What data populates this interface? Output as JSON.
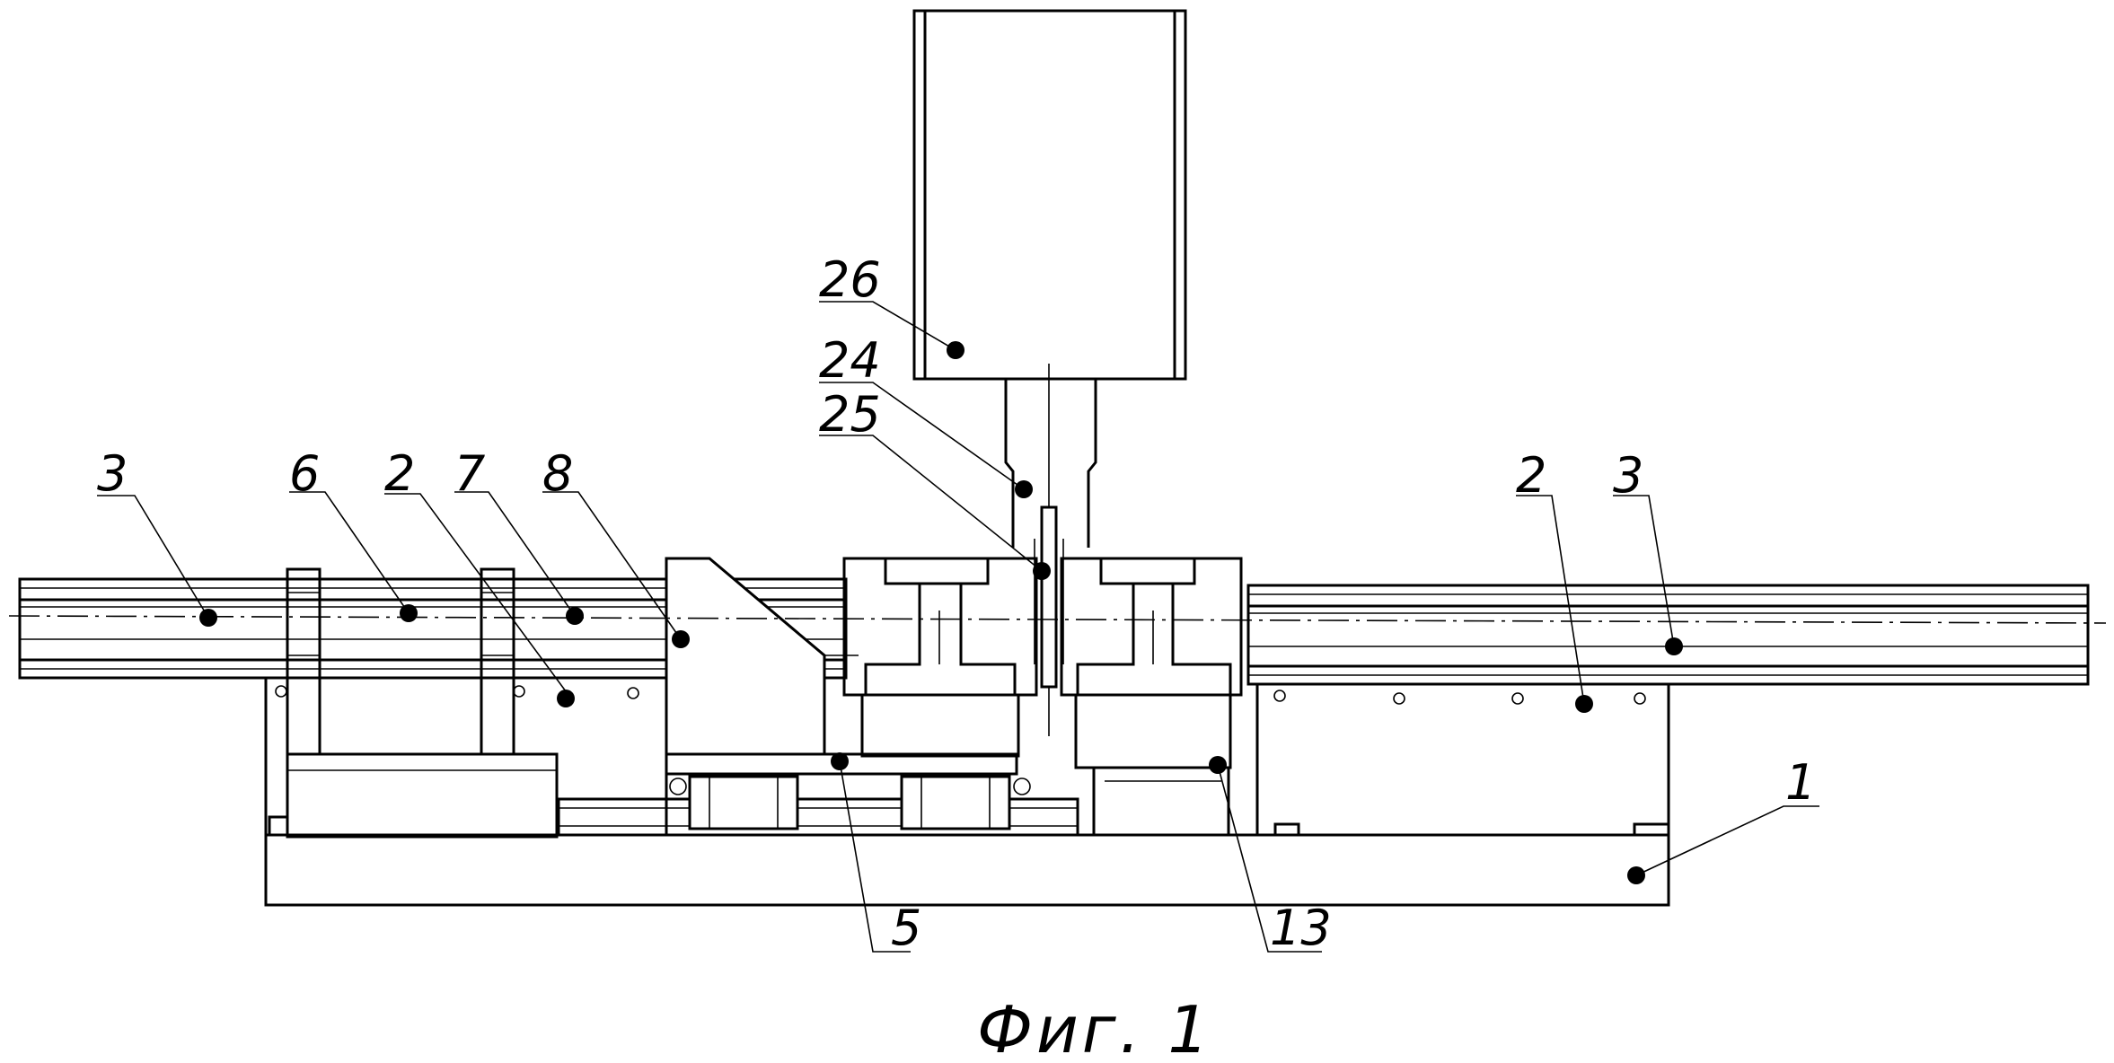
{
  "figure": {
    "caption": "Фиг. 1"
  },
  "callouts": [
    {
      "id": "c3-left",
      "text": "3"
    },
    {
      "id": "c6",
      "text": "6"
    },
    {
      "id": "c2-left",
      "text": "2"
    },
    {
      "id": "c7",
      "text": "7"
    },
    {
      "id": "c8",
      "text": "8"
    },
    {
      "id": "c26",
      "text": "26"
    },
    {
      "id": "c24",
      "text": "24"
    },
    {
      "id": "c25",
      "text": "25"
    },
    {
      "id": "c2-right",
      "text": "2"
    },
    {
      "id": "c3-right",
      "text": "3"
    },
    {
      "id": "c1",
      "text": "1"
    },
    {
      "id": "c5",
      "text": "5"
    },
    {
      "id": "c13",
      "text": "13"
    }
  ]
}
